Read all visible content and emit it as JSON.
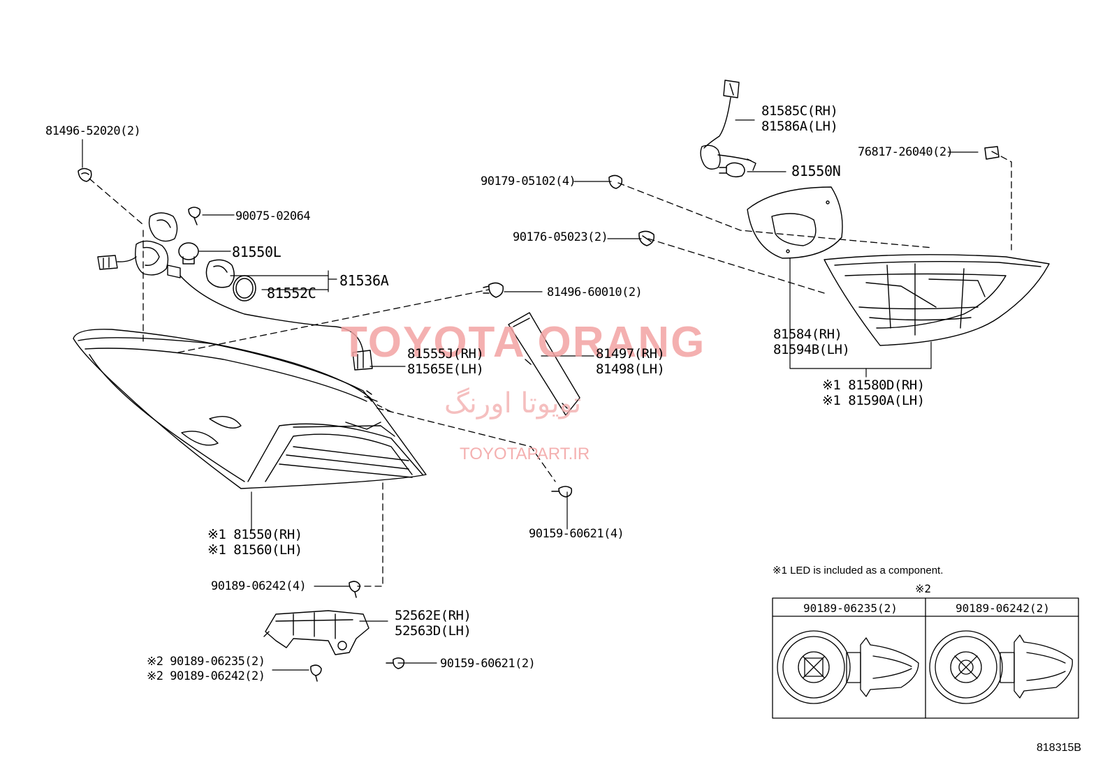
{
  "diagram_code": "818315B",
  "watermark": {
    "brand": "TOYOTA ORANG",
    "brand_fa": "تویوتا اورنگ",
    "url": "TOYOTAPART.IR"
  },
  "legend_note": "※1 LED is included as a component.",
  "table": {
    "marker": "※2",
    "headers": [
      "90189-06235(2)",
      "90189-06242(2)"
    ]
  },
  "labels": {
    "p81496_52020": "81496-52020(2)",
    "p90075_02064": "90075-02064",
    "p81550L": "81550L",
    "p81536A": "81536A",
    "p81552C": "81552C",
    "p81555J": "81555J(RH)",
    "p81565E": "81565E(LH)",
    "p81496_60010": "81496-60010(2)",
    "p90179_05102": "90179-05102(4)",
    "p90176_05023": "90176-05023(2)",
    "p81585C": "81585C(RH)",
    "p81586A": "81586A(LH)",
    "p81550N": "81550N",
    "p76817_26040": "76817-26040(2)",
    "p81497": "81497(RH)",
    "p81498": "81498(LH)",
    "p81584": "81584(RH)",
    "p81594B": "81594B(LH)",
    "p81580D": "※1 81580D(RH)",
    "p81590A": "※1 81590A(LH)",
    "p81550": "※1 81550(RH)",
    "p81560": "※1 81560(LH)",
    "p90159_60621_4": "90159-60621(4)",
    "p90189_06242_4": "90189-06242(4)",
    "p52562E": "52562E(RH)",
    "p52563D": "52563D(LH)",
    "p90189_06235_2": "※2 90189-06235(2)",
    "p90189_06242_2": "※2 90189-06242(2)",
    "p90159_60621_2": "90159-60621(2)"
  }
}
